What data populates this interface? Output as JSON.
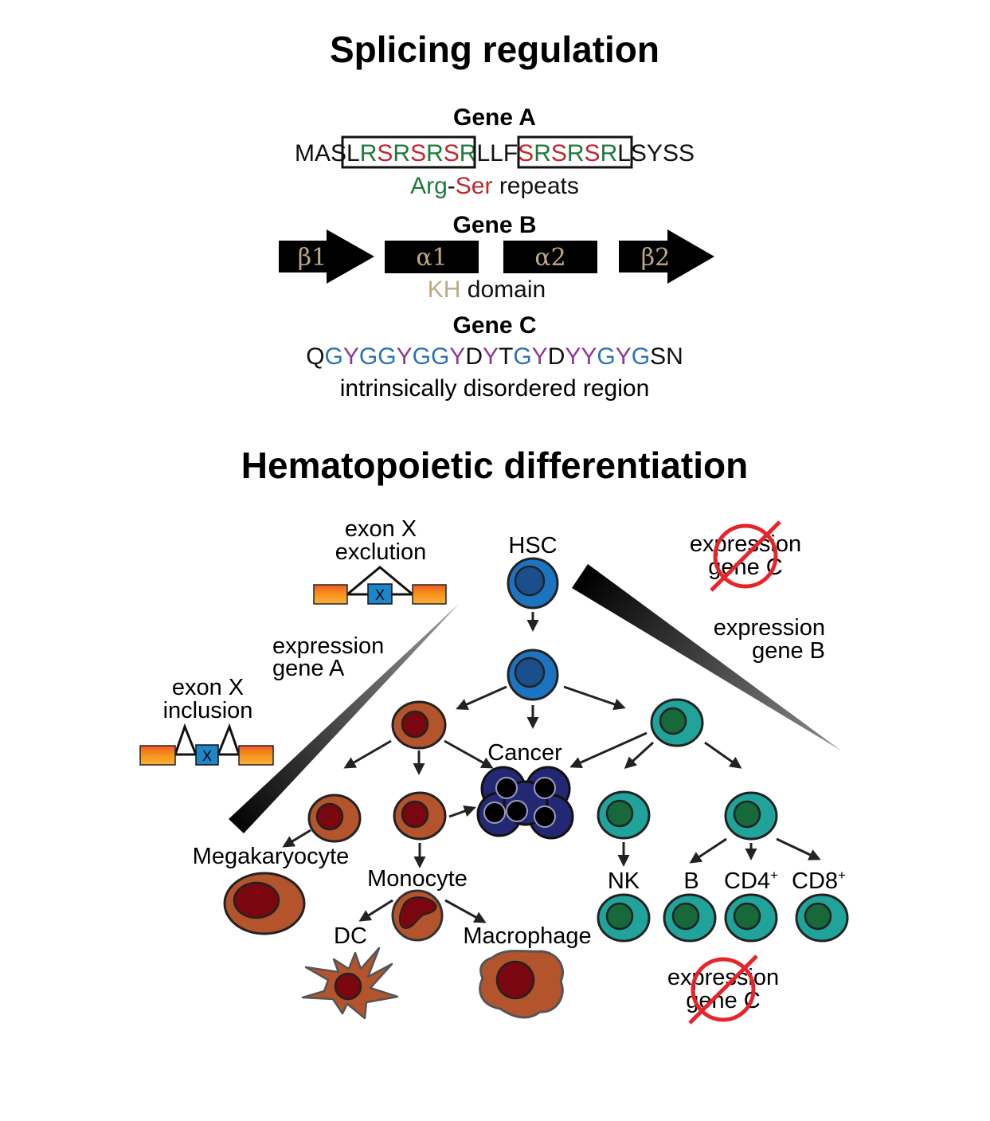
{
  "titles": {
    "top": "Splicing regulation",
    "bottom": "Hematopoietic differentiation"
  },
  "colors": {
    "arg": "#1e7a3c",
    "ser": "#c0282d",
    "gly": "#2a73b8",
    "tyr": "#8e3a96",
    "kh": "#bda98a",
    "orange_cell": "#b4542c",
    "dark_red_nucleus": "#7a0710",
    "teal_cell": "#1fa39a",
    "green_nucleus": "#17683a",
    "blue_cell": "#1c73c0",
    "cancer": "#232873",
    "exon_orange": "#f7941d"
  },
  "gene_a": {
    "title": "Gene A",
    "seq": [
      {
        "t": "MASL",
        "c": "k"
      },
      {
        "t": "R",
        "c": "arg"
      },
      {
        "t": "S",
        "c": "ser"
      },
      {
        "t": "R",
        "c": "arg"
      },
      {
        "t": "S",
        "c": "ser"
      },
      {
        "t": "R",
        "c": "arg"
      },
      {
        "t": "S",
        "c": "ser"
      },
      {
        "t": "R",
        "c": "arg"
      },
      {
        "t": "LLF",
        "c": "k"
      },
      {
        "t": "S",
        "c": "ser"
      },
      {
        "t": "R",
        "c": "arg"
      },
      {
        "t": "S",
        "c": "ser"
      },
      {
        "t": "R",
        "c": "arg"
      },
      {
        "t": "S",
        "c": "ser"
      },
      {
        "t": "R",
        "c": "arg"
      },
      {
        "t": "LSYSS",
        "c": "k"
      }
    ],
    "caption_arg": "Arg",
    "caption_dash": "-",
    "caption_ser": "Ser",
    "caption_rest": " repeats"
  },
  "gene_b": {
    "title": "Gene B",
    "blocks": [
      "β1",
      "α1",
      "α2",
      "β2"
    ],
    "caption_kh": "KH",
    "caption_rest": " domain"
  },
  "gene_c": {
    "title": "Gene C",
    "seq": [
      {
        "t": "Q",
        "c": "k"
      },
      {
        "t": "G",
        "c": "gly"
      },
      {
        "t": "Y",
        "c": "tyr"
      },
      {
        "t": "G",
        "c": "gly"
      },
      {
        "t": "G",
        "c": "gly"
      },
      {
        "t": "Y",
        "c": "tyr"
      },
      {
        "t": "G",
        "c": "gly"
      },
      {
        "t": "G",
        "c": "gly"
      },
      {
        "t": "Y",
        "c": "tyr"
      },
      {
        "t": "D",
        "c": "k"
      },
      {
        "t": "Y",
        "c": "tyr"
      },
      {
        "t": "T",
        "c": "k"
      },
      {
        "t": "G",
        "c": "gly"
      },
      {
        "t": "Y",
        "c": "tyr"
      },
      {
        "t": "D",
        "c": "k"
      },
      {
        "t": "Y",
        "c": "tyr"
      },
      {
        "t": "Y",
        "c": "tyr"
      },
      {
        "t": "G",
        "c": "gly"
      },
      {
        "t": "Y",
        "c": "tyr"
      },
      {
        "t": "G",
        "c": "gly"
      },
      {
        "t": "SN",
        "c": "k"
      }
    ],
    "caption": "intrinsically disordered region"
  },
  "labels": {
    "hsc": "HSC",
    "exon_excl_1": "exon X",
    "exon_excl_2": "exclution",
    "exon_incl_1": "exon X",
    "exon_incl_2": "inclusion",
    "exon_box": "X",
    "expr_a_1": "expression",
    "expr_a_2": "gene A",
    "expr_b_1": "expression",
    "expr_b_2": "gene B",
    "expr_c_1": "expression",
    "expr_c_2": "gene C",
    "cancer": "Cancer",
    "megakaryocyte": "Megakaryocyte",
    "monocyte": "Monocyte",
    "dc": "DC",
    "macrophage": "Macrophage",
    "nk": "NK",
    "b": "B",
    "cd4": "CD4",
    "cd8": "CD8",
    "plus": "+"
  }
}
